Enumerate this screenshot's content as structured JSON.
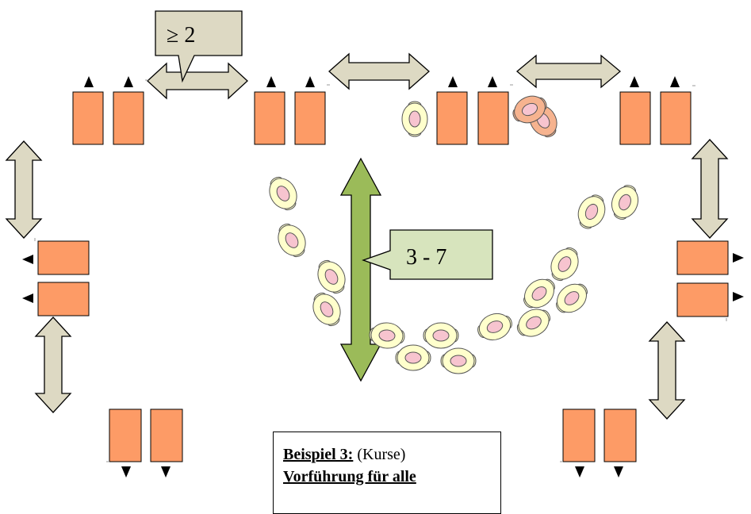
{
  "callouts": {
    "spacing_label": "≥ 2",
    "range_label": "3 - 7"
  },
  "caption": {
    "heading": "Beispiel 3:",
    "heading_note": "(Kurse)",
    "subtitle": "Vorführung für alle"
  },
  "colors": {
    "station_fill": "#fd9b66",
    "arrow_fill": "#ddd9c3",
    "green_arrow": "#9bbb59",
    "callout_fill": "#d7e4bd",
    "figure_fill": "#ffffcc",
    "figure_center": "#f7c4cf"
  }
}
